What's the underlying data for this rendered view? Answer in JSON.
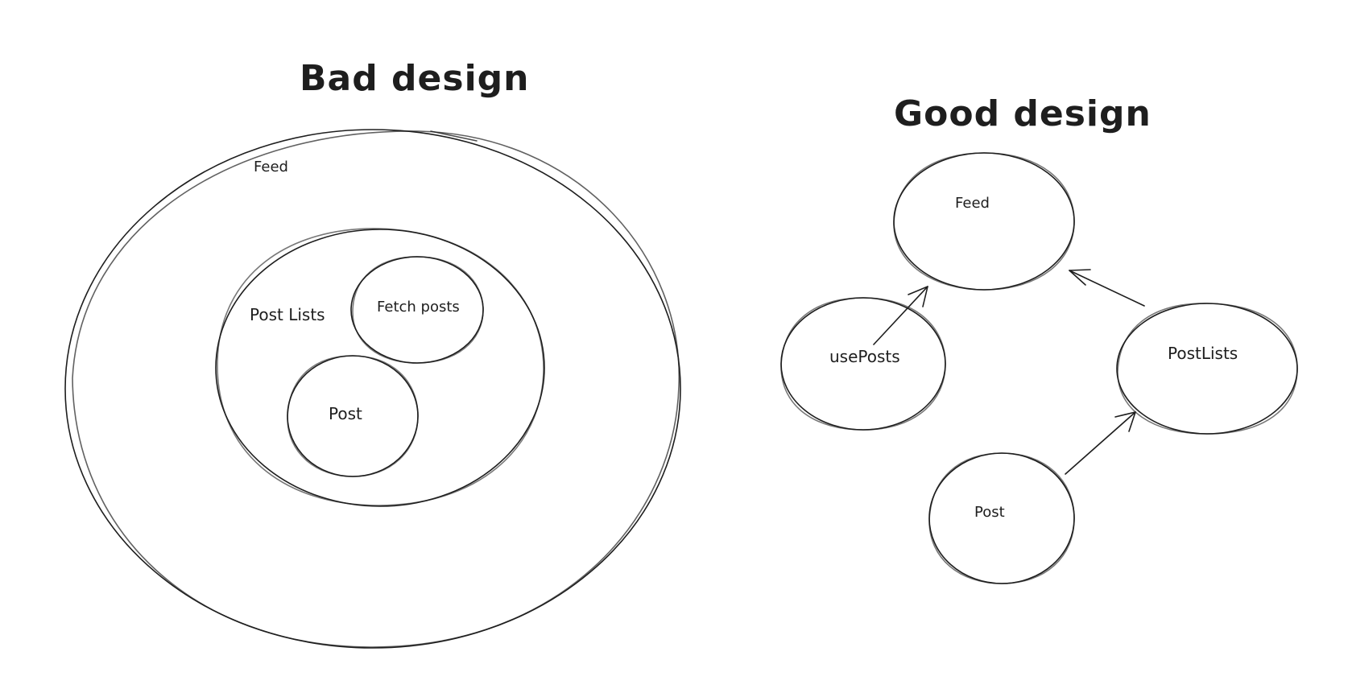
{
  "bad_design": {
    "title": "Bad design",
    "feed_label": "Feed",
    "post_lists_label": "Post Lists",
    "fetch_posts_label": "Fetch posts",
    "post_label": "Post"
  },
  "good_design": {
    "title": "Good design",
    "feed_label": "Feed",
    "use_posts_label": "usePosts",
    "post_lists_label": "PostLists",
    "post_label": "Post"
  },
  "colors": {
    "stroke": "#1e1e1e",
    "background": "#ffffff"
  }
}
